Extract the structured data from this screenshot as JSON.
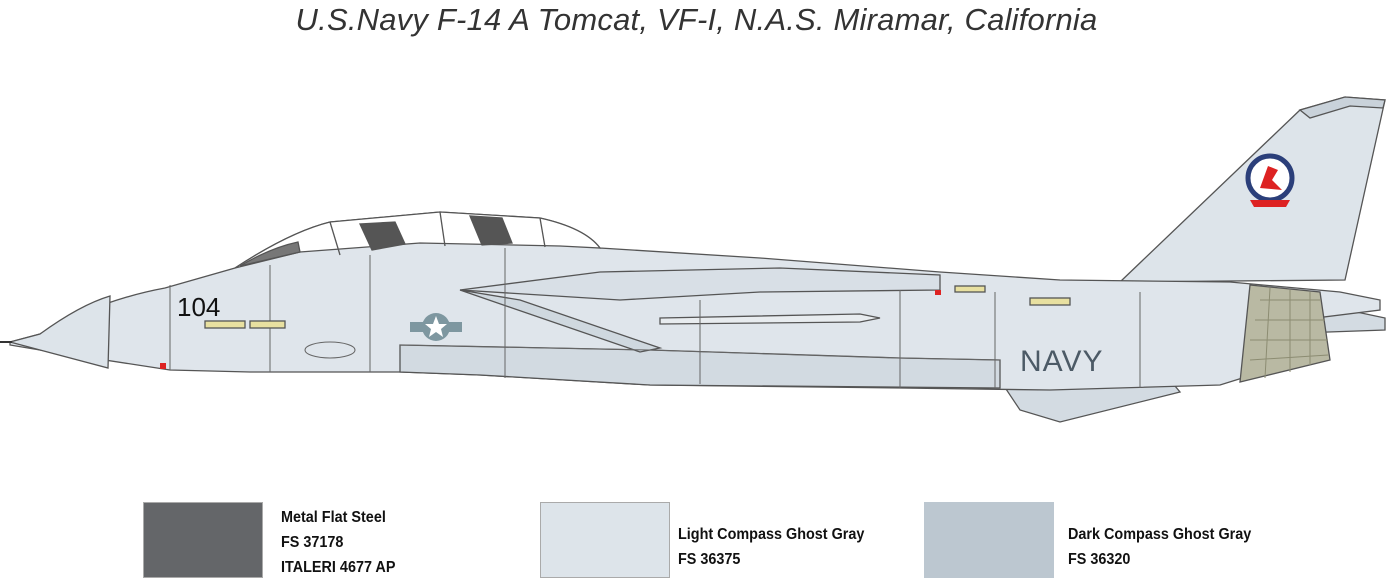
{
  "title": "U.S.Navy F-14 A Tomcat, VF-I, N.A.S. Miramar, California",
  "aircraft": {
    "modex": "104",
    "fuselage_marking": "NAVY"
  },
  "colors": [
    {
      "name": "Metal Flat Steel",
      "fs": "FS 37178",
      "code": "ITALERI 4677 AP",
      "hex": "#646669"
    },
    {
      "name": "Light Compass Ghost Gray",
      "fs": "FS 36375",
      "hex": "#dde4ea"
    },
    {
      "name": "Dark Compass Ghost Gray",
      "fs": "FS 36320",
      "hex": "#bcc7d0"
    }
  ]
}
